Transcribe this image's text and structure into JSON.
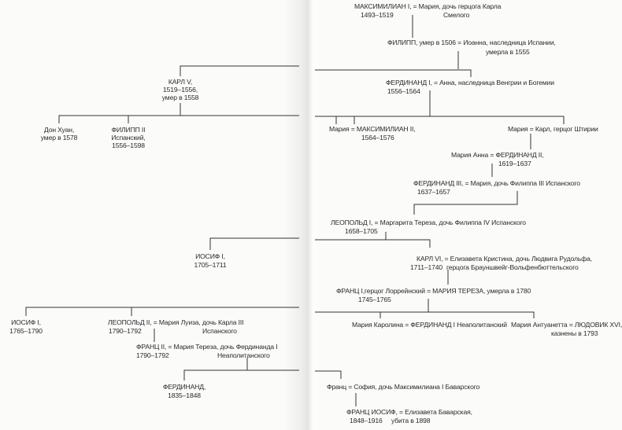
{
  "tree": {
    "maximilian1": {
      "line1": "МАКСИМИЛИАН I, = Мария, дочь герцога Карла",
      "years": "1493–1519",
      "line2": "Смелого"
    },
    "philipp": {
      "line1": "ФИЛИПП, умер в 1506  = Иоанна, наследница Испании,",
      "line2": "умерла в 1555"
    },
    "karl5": {
      "name": "КАРЛ V,",
      "years": "1519–1556,",
      "death": "умер в 1558"
    },
    "ferdinand1": {
      "line1": "ФЕРДИНАНД I, = Анна, наследница Венгрии и Богемии",
      "years": "1556–1564"
    },
    "don_juan": {
      "name": "Дон Хуан,",
      "death": "умер в 1578"
    },
    "philipp2": {
      "name": "ФИЛИПП II",
      "title": "Испанский,",
      "years": "1556–1598"
    },
    "maximilian2": {
      "line1": "Мария = МАКСИМИЛИАН II,",
      "years": "1564–1576"
    },
    "karl_styria": {
      "line1": "Мария = Карл, герцог Штирии"
    },
    "ferdinand2": {
      "line1": "Мария Анна = ФЕРДИНАНД II,",
      "years": "1619–1637"
    },
    "ferdinand3": {
      "line1": "ФЕРДИНАНД III, = Мария, дочь Филиппа III Испанского",
      "years": "1637–1657"
    },
    "leopold1": {
      "line1": "ЛЕОПОЛЬД I, = Маргарита Тереза, дочь Филиппа IV Испанского",
      "years": "1658–1705"
    },
    "joseph1": {
      "name": "ИОСИФ I,",
      "years": "1705–1711"
    },
    "karl6": {
      "line1": "КАРЛ VI,  = Елизавета Кристина, дочь Людвига Рудольфа,",
      "years": "1711–1740",
      "line2": "герцога Брауншвейг-Вольфенбюттельского"
    },
    "franz1": {
      "line1": "ФРАНЦ I,герцог Лоррейнский = МАРИЯ ТЕРЕЗА, умерла в 1780",
      "years": "1745–1765"
    },
    "joseph2": {
      "name": "ИОСИФ I,",
      "years": "1765–1790"
    },
    "leopold2": {
      "line1": "ЛЕОПОЛЬД II, = Мария Луиза, дочь Карла III",
      "years": "1790–1792",
      "line2": "Испанского"
    },
    "maria_carolina": {
      "line1": "Мария Каролина = ФЕРДИНАНД I Неаполитанский"
    },
    "marie_antoinette": {
      "line1": "Мария Антуанетта = ЛЮДОВИК XVI,",
      "line2": "казнены в 1793"
    },
    "franz2": {
      "line1": "ФРАНЦ II, = Мария Тереза, дочь Фердинанда I",
      "years": "1790–1792",
      "line2": "Неаполитанского"
    },
    "ferdinand_1835": {
      "name": "ФЕРДИНАНД,",
      "years": "1835–1848"
    },
    "franz_sophia": {
      "line1": "Франц = София, дочь Максимилиана I Баварского"
    },
    "franz_joseph": {
      "line1": "ФРАНЦ ИОСИФ, = Елизавета Баварская,",
      "years": "1848–1916",
      "line2": "убита в 1898"
    }
  }
}
